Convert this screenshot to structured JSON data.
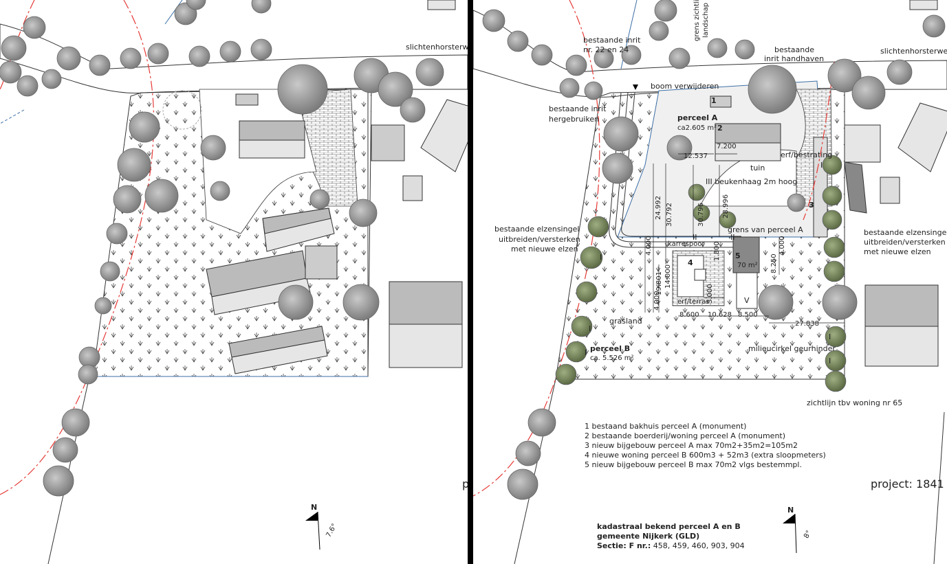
{
  "left_panel": {
    "road_label": "slichtenhorsterweg",
    "north_label": "N",
    "north_angle": "7.6°",
    "project_fragment": "p"
  },
  "right_panel": {
    "road_label": "slichtenhorsterweg",
    "labels": {
      "bestaande_inrit_22_24_line1": "bestaande inrit",
      "bestaande_inrit_22_24_line2": "nr. 22 en 24",
      "grens_zichtlijn_line1": "grens zichtlijn",
      "grens_zichtlijn_line2": "landschap",
      "bestaande_inrit_handhaven_line1": "bestaande",
      "bestaande_inrit_handhaven_line2": "inrit handhaven",
      "boom_verwijderen": "boom verwijderen",
      "bestaande_inrit_hergebruiken_line1": "bestaande inrit",
      "bestaande_inrit_hergebruiken_line2": "hergebruiken",
      "perceel_a": "perceel A",
      "perceel_a_area": "ca2.605 m²",
      "erf_bestrating": "erf/bestrating",
      "tuin": "tuin",
      "beukenhaag": "III beukenhaag 2m hoog",
      "grens_perceel_a": "grens van perceel A",
      "karrespoor": "karrespoor",
      "elzensingel_left_line1": "bestaande elzensingel",
      "elzensingel_left_line2": "uitbreiden/versterken",
      "elzensingel_left_line3": "met nieuwe elzen",
      "elzensingel_right_line1": "bestaande elzensingel",
      "elzensingel_right_line2": "uitbreiden/versterken",
      "elzensingel_right_line3": "met nieuwe elzen",
      "area_70": "70 m²",
      "erf_terras": "erf/terras",
      "grasland": "grasland",
      "perceel_b": "perceel B",
      "perceel_b_area": "ca. 5.526 m²",
      "milieucirkel": "milieucirkel geurhinder",
      "zichtlijn_woning": "zichtlijn tbv woning nr 65",
      "hedge_I": "I",
      "hedge_II": "II",
      "v_mark": "V"
    },
    "numbers": [
      "1",
      "2",
      "3",
      "4",
      "5"
    ],
    "dimensions": {
      "d_12537": "12.537",
      "d_7200": "7.200",
      "d_24992": "24.992",
      "d_30792": "30.792",
      "d_30796": "30.796",
      "d_28996": "28.996",
      "d_4000a": "4.000",
      "d_4000b": "4.000",
      "d_4000c": "4.000",
      "d_19801": "19.801",
      "d_14000": "14.000",
      "d_1800": "1.800",
      "d_3000": "3.000",
      "d_8250": "8.250",
      "d_8600": "8.600",
      "d_10628": "10.628",
      "d_8500": "8.500",
      "d_27838": "27.838"
    },
    "legend": [
      "1 bestaand bakhuis perceel A (monument)",
      "2 bestaande boerderij/woning perceel A (monument)",
      "3 nieuw bijgebouw perceel A max 70m2+35m2=105m2",
      "4 nieuwe woning perceel B 600m3 + 52m3 (extra sloopmeters)",
      "5 nieuw bijgebouw perceel B max 70m2 vlgs bestemmpl."
    ],
    "cadastral": {
      "line1": "kadastraal bekend perceel A en B",
      "line2": "gemeente Nijkerk (GLD)",
      "line3_bold": "Sectie: F nr.:",
      "line3_rest": " 458, 459, 460, 903, 904"
    },
    "project": "project: 1841",
    "north_label": "N",
    "north_angle": "8°"
  }
}
